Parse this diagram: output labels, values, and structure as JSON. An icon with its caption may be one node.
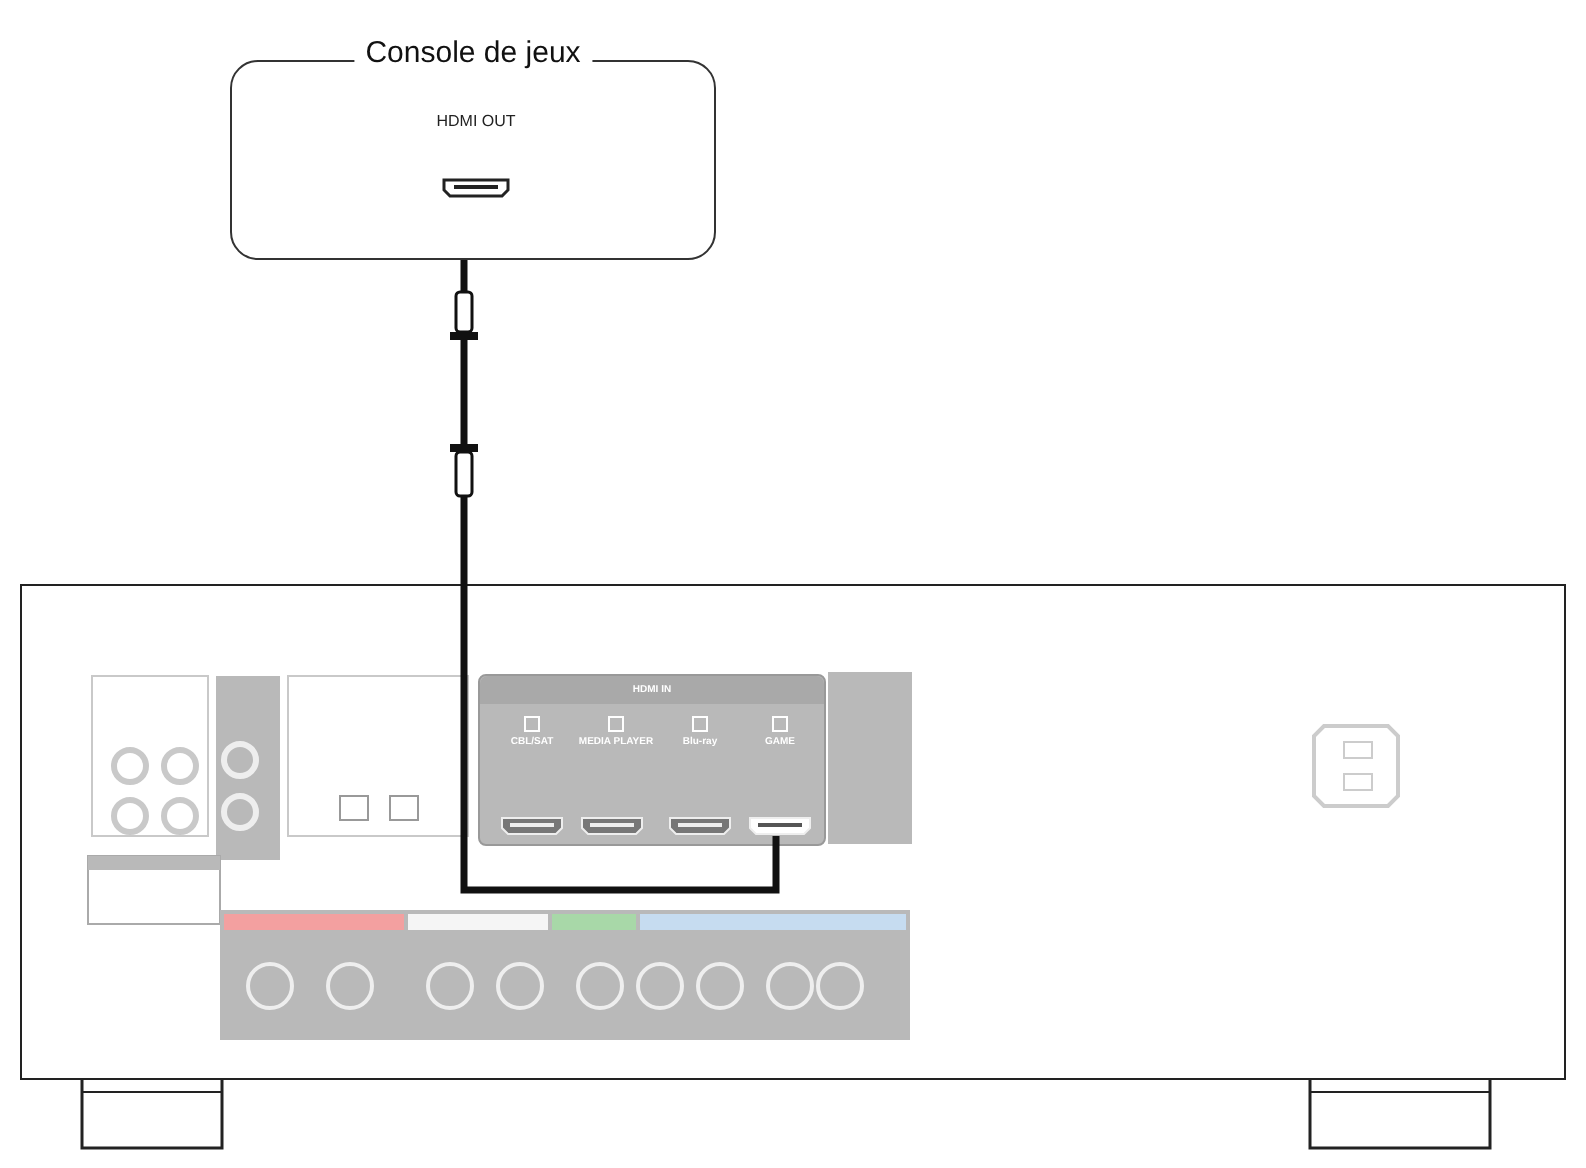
{
  "diagram": {
    "nodes": [
      {
        "text": [
          "Console de jeux",
          "HDMI OUT"
        ]
      },
      {
        "text": [],
        "shape": "box"
      },
      {
        "text": [
          "HDMI IN"
        ],
        "in": 1
      },
      {
        "text": [
          "CBL/SAT"
        ],
        "in": 2
      },
      {
        "text": [
          "MEDIA PLAYER"
        ],
        "in": 2
      },
      {
        "text": [
          "Blu-ray"
        ],
        "in": 2
      },
      {
        "text": [
          "GAME"
        ],
        "in": 2
      }
    ],
    "edges": [
      {
        "from": 0,
        "to": 6,
        "arrow": "none"
      }
    ]
  }
}
